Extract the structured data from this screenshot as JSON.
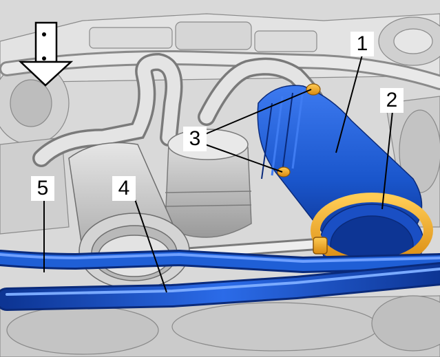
{
  "figure": {
    "kind": "engine bay component illustration",
    "callouts": [
      {
        "id": "1",
        "label": "1"
      },
      {
        "id": "2",
        "label": "2"
      },
      {
        "id": "3",
        "label": "3"
      },
      {
        "id": "4",
        "label": "4"
      },
      {
        "id": "5",
        "label": "5"
      }
    ],
    "direction_arrow_icon": "down-arrow-icon",
    "colors": {
      "highlight_blue": "#1f5fd6",
      "highlight_blue_dark": "#0c2f8a",
      "clamp_orange": "#f0a020",
      "engine_grey": "#c8c8c8",
      "engine_grey_dark": "#7a7a7a"
    }
  }
}
